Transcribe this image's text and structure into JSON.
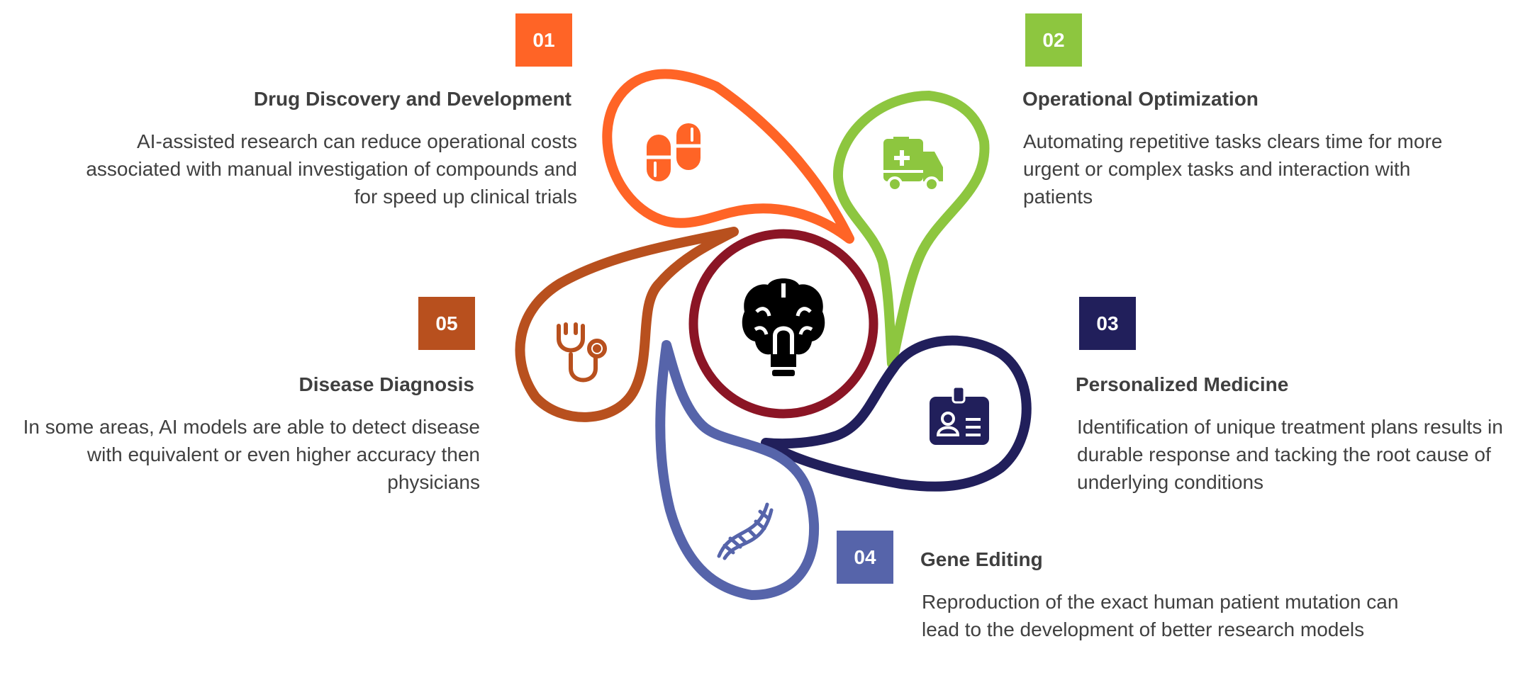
{
  "center": {
    "icon": "brain-icon",
    "ring_color": "#8B1525"
  },
  "items": [
    {
      "number": "01",
      "title": "Drug Discovery and Development",
      "description": "AI-assisted research can reduce operational costs associated with manual investigation of compounds and for speed up clinical trials",
      "color": "#FF6426",
      "icon": "pills-icon"
    },
    {
      "number": "02",
      "title": "Operational Optimization",
      "description": "Automating repetitive tasks clears time for more urgent or complex tasks and interaction with patients",
      "color": "#8DC63F",
      "icon": "ambulance-icon"
    },
    {
      "number": "03",
      "title": "Personalized Medicine",
      "description": "Identification of unique treatment plans results in durable response and tacking the root cause of underlying conditions",
      "color": "#211F5B",
      "icon": "id-badge-icon"
    },
    {
      "number": "04",
      "title": "Gene Editing",
      "description": "Reproduction of the exact human patient mutation can lead to the development of better research models",
      "color": "#5664AA",
      "icon": "dna-icon"
    },
    {
      "number": "05",
      "title": "Disease Diagnosis",
      "description": "In some areas, AI models are able to detect disease with equivalent or even higher accuracy then physicians",
      "color": "#B8501E",
      "icon": "stethoscope-icon"
    }
  ]
}
